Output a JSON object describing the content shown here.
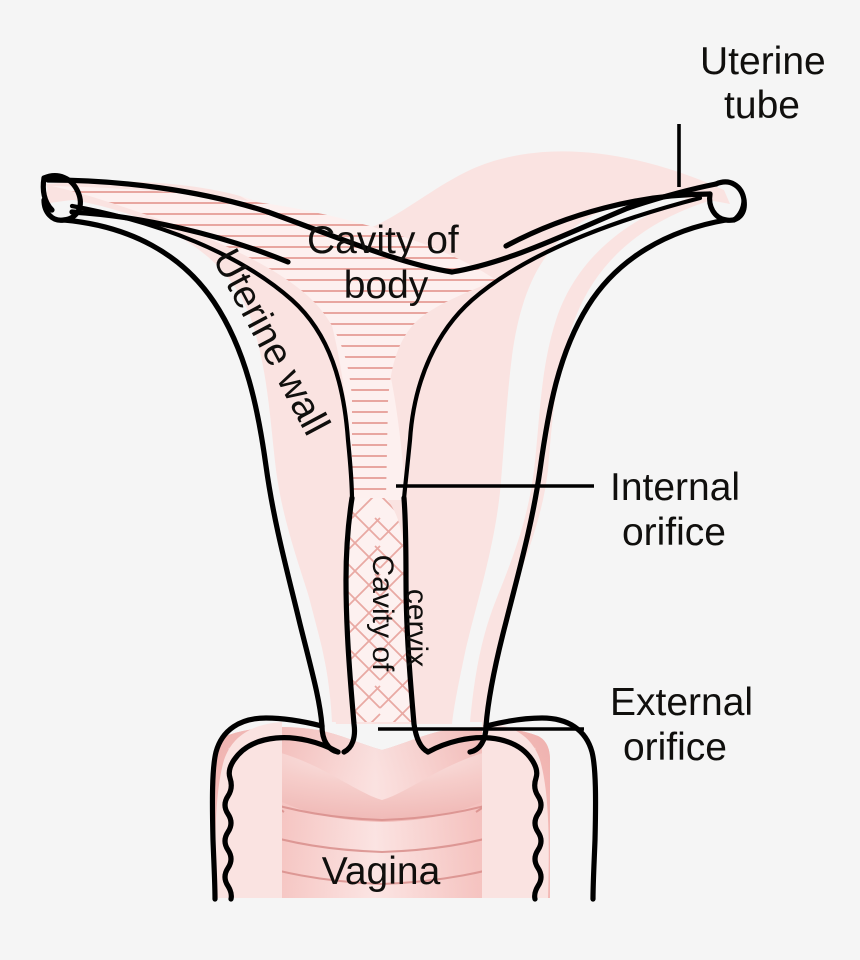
{
  "figure": {
    "title": "Uterus and vagina cross-section diagram",
    "background_color": "#f5f5f5",
    "outline_color": "#000000",
    "wall_fill_color": "#fae3e1",
    "cavity_fill_color": "#fdf0ef",
    "vagina_fill_color": "#f6c3c0",
    "hatch_color": "#e8a6a0",
    "label_color": "#100f0d"
  },
  "labels": {
    "uterine_tube": {
      "line1": "Uterine",
      "line2": "tube"
    },
    "cavity_of_body": {
      "line1": "Cavity of",
      "line2": "body"
    },
    "uterine_wall": {
      "text": "Uterine wall"
    },
    "internal_orifice": {
      "line1": "Internal",
      "line2": "orifice"
    },
    "cavity_of_cervix": {
      "line1": "Cavity of",
      "line2": "cervix"
    },
    "external_orifice": {
      "line1": "External",
      "line2": "orifice"
    },
    "vagina": {
      "text": "Vagina"
    }
  }
}
